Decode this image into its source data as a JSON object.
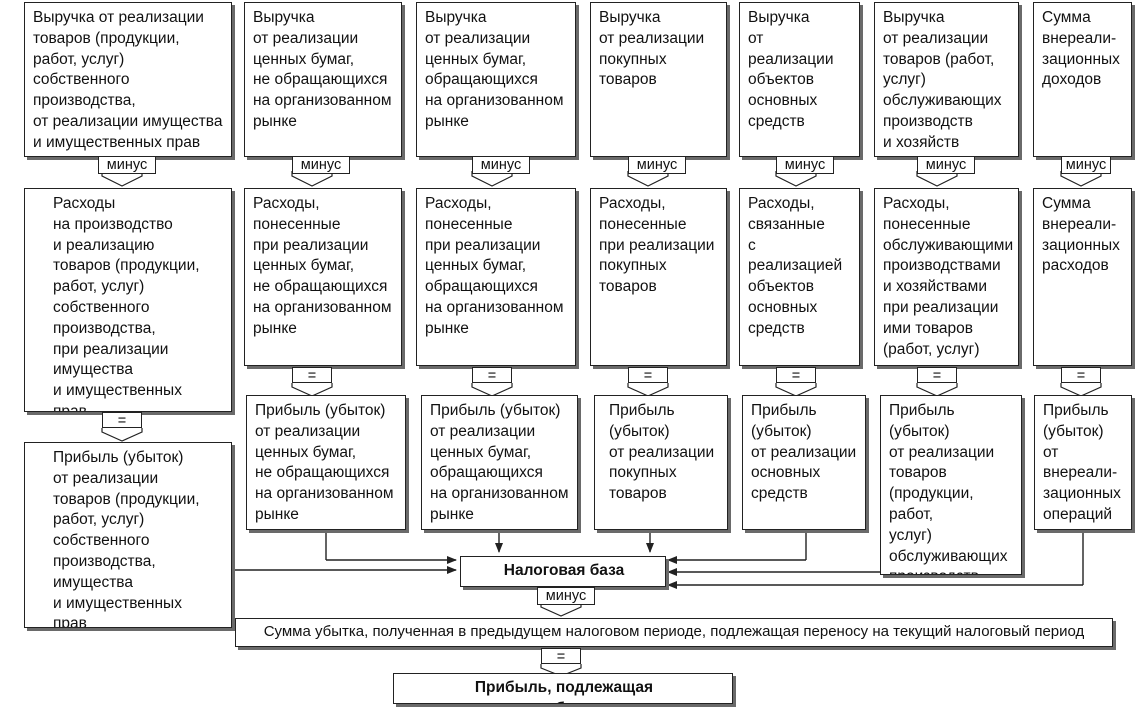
{
  "labels": {
    "minus": "минус",
    "equals": "="
  },
  "revenue": [
    "Выручка от реализации\nтоваров (продукции,\nработ, услуг)\nсобственного\nпроизводства,\nот реализации имущества\nи имущественных прав",
    "Выручка\nот реализации\nценных бумаг,\nне обращающихся\nна организованном\nрынке",
    "Выручка\nот реализации\nценных бумаг,\nобращающихся\nна организованном\nрынке",
    "Выручка\nот реализации\nпокупных\nтоваров",
    "Выручка\nот реализации\nобъектов\nосновных\nсредств",
    "Выручка\nот реализации\nтоваров (работ,\nуслуг)\nобслуживающих\nпроизводств\nи хозяйств",
    "Сумма\nвнереали-\nзационных\nдоходов"
  ],
  "expenses": [
    "Расходы\nна производство\nи реализацию\nтоваров (продукции,\nработ, услуг)\nсобственного\nпроизводства,\nпри реализации\nимущества\nи имущественных\nправ",
    "Расходы,\nпонесенные\nпри реализации\nценных бумаг,\nне обращающихся\nна организованном\nрынке",
    "Расходы,\nпонесенные\nпри реализации\nценных бумаг,\nобращающихся\nна организованном\nрынке",
    "Расходы,\nпонесенные\nпри реализации\nпокупных\nтоваров",
    "Расходы,\nсвязанные\nс реализацией\nобъектов\nосновных\nсредств",
    "Расходы,\nпонесенные\nобслуживающими\nпроизводствами\nи хозяйствами\nпри реализации\nими товаров\n(работ, услуг)",
    "Сумма\nвнереали-\nзационных\nрасходов"
  ],
  "profit": [
    "Прибыль (убыток)\nот реализации\nтоваров (продукции,\nработ, услуг)\nсобственного\nпроизводства,\nимущества\nи имущественных\nправ",
    "Прибыль (убыток)\nот реализации\nценных бумаг,\nне обращающихся\nна организованном\nрынке",
    "Прибыль (убыток)\nот реализации\nценных бумаг,\nобращающихся\nна организованном\nрынке",
    "Прибыль\n(убыток)\nот реализации\nпокупных\nтоваров",
    "Прибыль\n(убыток)\nот реализации\nосновных\nсредств",
    "Прибыль (убыток)\nот реализации\nтоваров\n(продукции, работ,\nуслуг)\nобслуживающих\nпроизводств\nи хозяйств",
    "Прибыль\n(убыток)\nот внереали-\nзационных\nопераций"
  ],
  "tax_base": "Налоговая база",
  "loss_carryforward": "Сумма убытка, полученная в предыдущем налоговом периоде, подлежащая переносу на текущий налоговый период",
  "taxable_profit": "Прибыль, подлежащая налогообложению"
}
